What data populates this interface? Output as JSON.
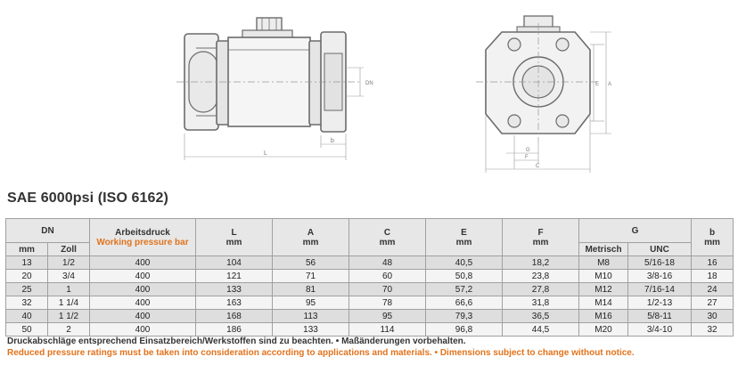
{
  "drawing": {
    "label_L": "L",
    "label_b": "b",
    "label_DN": "DN",
    "label_E": "E",
    "label_A": "A",
    "label_G": "G",
    "label_F": "F",
    "label_C": "C"
  },
  "title": "SAE 6000psi (ISO 6162)",
  "table": {
    "headers": {
      "dn": "DN",
      "dn_mm": "mm",
      "dn_zoll": "Zoll",
      "arbeitsdruck": "Arbeitsdruck",
      "working_pressure": "Working pressure bar",
      "L": "L",
      "L_unit": "mm",
      "A": "A",
      "A_unit": "mm",
      "C": "C",
      "C_unit": "mm",
      "E": "E",
      "E_unit": "mm",
      "F": "F",
      "F_unit": "mm",
      "G": "G",
      "G_metrisch": "Metrisch",
      "G_unc": "UNC",
      "b": "b",
      "b_unit": "mm"
    },
    "rows": [
      [
        "13",
        "1/2",
        "400",
        "104",
        "56",
        "48",
        "40,5",
        "18,2",
        "M8",
        "5/16-18",
        "16"
      ],
      [
        "20",
        "3/4",
        "400",
        "121",
        "71",
        "60",
        "50,8",
        "23,8",
        "M10",
        "3/8-16",
        "18"
      ],
      [
        "25",
        "1",
        "400",
        "133",
        "81",
        "70",
        "57,2",
        "27,8",
        "M12",
        "7/16-14",
        "24"
      ],
      [
        "32",
        "1 1/4",
        "400",
        "163",
        "95",
        "78",
        "66,6",
        "31,8",
        "M14",
        "1/2-13",
        "27"
      ],
      [
        "40",
        "1 1/2",
        "400",
        "168",
        "113",
        "95",
        "79,3",
        "36,5",
        "M16",
        "5/8-11",
        "30"
      ],
      [
        "50",
        "2",
        "400",
        "186",
        "133",
        "114",
        "96,8",
        "44,5",
        "M20",
        "3/4-10",
        "32"
      ]
    ]
  },
  "notes": {
    "german": "Druckabschläge entsprechend Einsatzbereich/Werkstoffen sind zu beachten. • Maßänderungen vorbehalten.",
    "english": "Reduced pressure ratings must be taken into consideration according to applications and materials. • Dimensions subject to change without notice."
  }
}
